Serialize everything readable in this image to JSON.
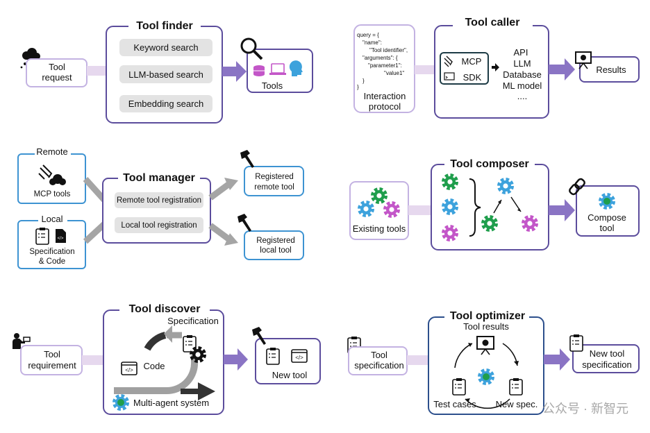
{
  "colors": {
    "border": "#5b4c9c",
    "input_border": "#c3b2e2",
    "blue_border": "#3d93d2",
    "arrow": "#8a74c4",
    "gear_green": "#1f9e4c",
    "gear_blue": "#3da2dc",
    "gear_magenta": "#c356c8"
  },
  "finder": {
    "title": "Tool finder",
    "input": [
      "Tool",
      "request"
    ],
    "methods": [
      "Keyword search",
      "LLM-based search",
      "Embedding search"
    ],
    "output": "Tools"
  },
  "caller": {
    "title": "Tool caller",
    "code": [
      "query = {",
      "\"name\":",
      "\"Tool identifier\",",
      "\"arguments\": {",
      "\"parameter1\":",
      "\"value1\"",
      "}",
      "}"
    ],
    "input": [
      "Interaction",
      "protocol"
    ],
    "mcp": "MCP",
    "sdk": "SDK",
    "targets": [
      "API",
      "LLM",
      "Database",
      "ML model",
      "...."
    ],
    "output": "Results"
  },
  "manager": {
    "title": "Tool manager",
    "remote_label": "Remote",
    "remote_caption": "MCP tools",
    "local_label": "Local",
    "local_caption": [
      "Specification",
      "& Code"
    ],
    "registrations": [
      "Remote tool registration",
      "Local tool registration"
    ],
    "outputs": [
      [
        "Registered",
        "remote tool"
      ],
      [
        "Registered",
        "local tool"
      ]
    ]
  },
  "composer": {
    "title": "Tool composer",
    "input": "Existing tools",
    "output": [
      "Compose",
      "tool"
    ]
  },
  "discover": {
    "title": "Tool discover",
    "input": [
      "Tool",
      "requirement"
    ],
    "spec": "Specification",
    "code": "Code",
    "system": "Multi-agent system",
    "output": "New tool"
  },
  "optimizer": {
    "title": "Tool optimizer",
    "input": [
      "Tool",
      "specification"
    ],
    "results": "Tool results",
    "test": "Test cases",
    "newspec": "New spec.",
    "output": [
      "New tool",
      "specification"
    ]
  },
  "watermark": "公众号 · 新智元"
}
